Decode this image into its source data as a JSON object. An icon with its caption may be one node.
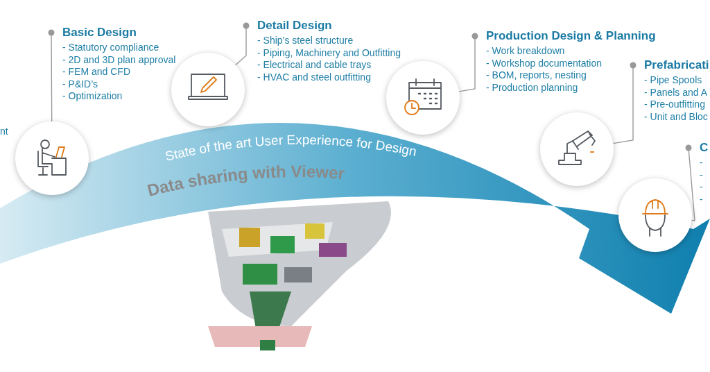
{
  "diagram": {
    "nodes": [
      {
        "text": [],
        "shape": "circle"
      },
      {
        "text": [
          "Basic Design",
          "- Statutory compliance",
          "- 2D and 3D plan approval",
          "- FEM and CFD",
          "- P&ID’s",
          "- Optimization"
        ]
      },
      {
        "text": [],
        "shape": "circle"
      },
      {
        "text": [
          "Detail Design",
          "- Ship’s steel structure",
          "- Piping, Machinery and Outfitting",
          "- Electrical and cable trays",
          "- HVAC and steel outfitting"
        ]
      },
      {
        "text": [],
        "shape": "circle"
      },
      {
        "text": [
          "Production Design & Planning",
          "- Work breakdown",
          "- Workshop documentation",
          "- BOM, reports, nesting",
          "- Production planning"
        ]
      },
      {
        "text": [],
        "shape": "circle"
      },
      {
        "text": [
          "Prefabricati",
          "- Pipe Spools",
          "- Panels and A",
          "- Pre-outfitting",
          "- Unit and Bloc"
        ]
      },
      {
        "text": [],
        "shape": "circle"
      },
      {
        "text": [
          "C",
          "-",
          "-",
          "-",
          "-"
        ]
      }
    ],
    "edges": [
      {
        "from": 1,
        "to": 0,
        "arrow": "other"
      },
      {
        "from": 3,
        "to": 2,
        "arrow": "other"
      },
      {
        "from": 5,
        "to": 4,
        "arrow": "other"
      },
      {
        "from": 7,
        "to": 6,
        "arrow": "other"
      },
      {
        "from": 9,
        "to": 8,
        "arrow": "other"
      }
    ],
    "labels": [
      "nt",
      "State of the art User Experience for Design",
      "Data sharing with Viewer"
    ]
  }
}
